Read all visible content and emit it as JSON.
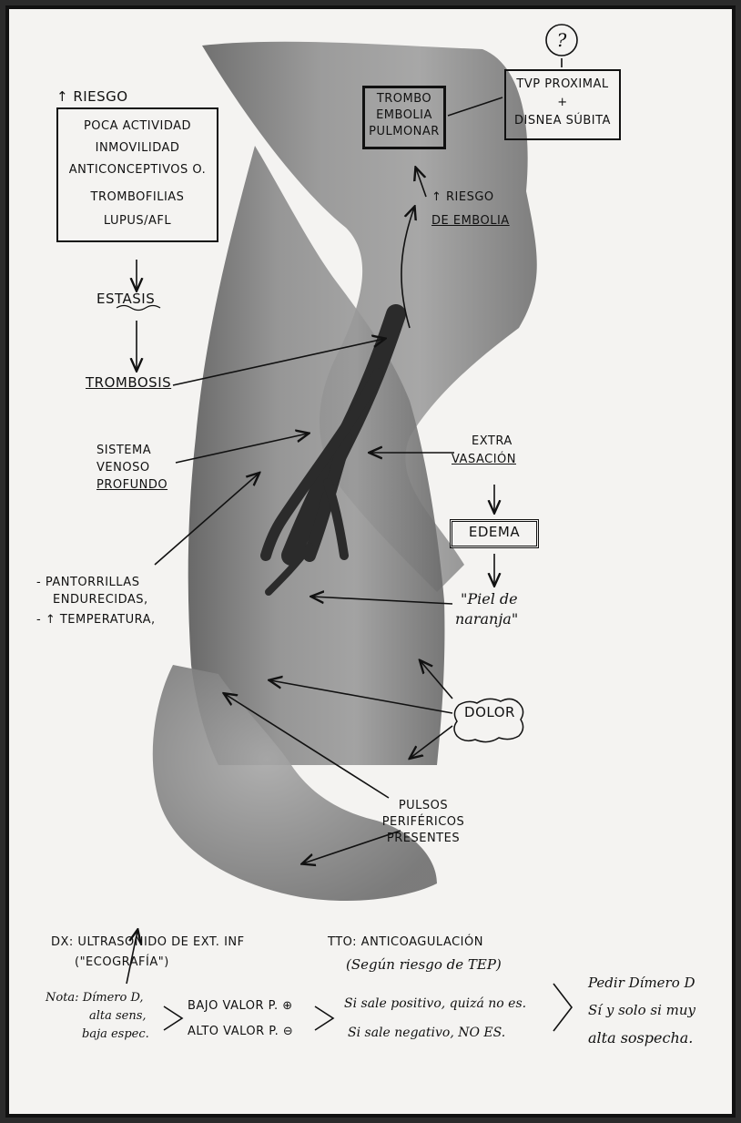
{
  "risk_box": {
    "header": "↑ RIESGO",
    "items": [
      "Poca actividad",
      "Inmovilidad",
      "Anticonceptivos O.",
      "Trombofilias",
      "Lupus/AFL"
    ]
  },
  "stasis": "ESTASIS",
  "thrombosis": "TROMBOSIS",
  "deep_venous_system": [
    "SISTEMA",
    "VENOSO",
    "PROFUNDO"
  ],
  "calf_signs": [
    "- PANTORRILLAS",
    "ENDURECIDAS,",
    "- ↑ TEMPERATURA,"
  ],
  "question_mark": "?",
  "pe_box": [
    "TROMBO",
    "EMBOLIA",
    "PULMONAR"
  ],
  "tvp_box": [
    "TVP PROXIMAL",
    "+",
    "DISNEA SÚBITA"
  ],
  "embolism_risk": [
    "↑ RIESGO",
    "DE EMBOLIA"
  ],
  "extravasation": [
    "EXTRA",
    "VASACIÓN"
  ],
  "edema": "EDEMA",
  "orange_peel": [
    "\"Piel de",
    "naranja\""
  ],
  "pain": "DOLOR",
  "pulses": [
    "PULSOS",
    "PERIFÉRICOS",
    "PRESENTES"
  ],
  "dx": [
    "Dx: ULTRASONIDO DE EXT. INF",
    "(\"ECOGRAFÍA\")"
  ],
  "tto": [
    "Tto: ANTICOAGULACIÓN",
    "(Según riesgo de TEP)"
  ],
  "note": {
    "label": [
      "Nota: Dímero D,",
      "alta sens,",
      "baja espec."
    ],
    "values": [
      "BAJO VALOR P. ⊕",
      "ALTO VALOR P. ⊖"
    ],
    "interpretation": [
      "Si sale positivo, quizá no es.",
      "Si sale negativo, NO ES."
    ],
    "conclusion": [
      "Pedir Dímero D",
      "Sí y solo si muy",
      "alta sospecha."
    ]
  },
  "colors": {
    "ink": "#111111",
    "paper": "#f4f3f1",
    "frame": "#2b2b2b"
  }
}
